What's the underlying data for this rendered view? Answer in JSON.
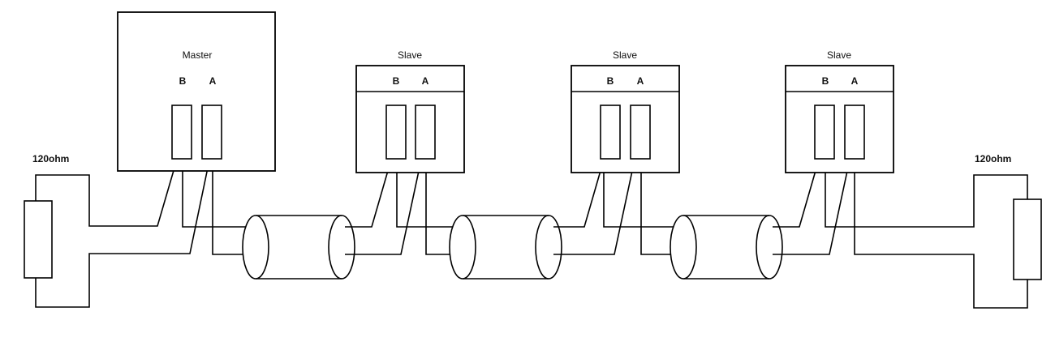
{
  "master": {
    "label": "Master",
    "pin_b": "B",
    "pin_a": "A"
  },
  "slaves": [
    {
      "label": "Slave",
      "pin_b": "B",
      "pin_a": "A"
    },
    {
      "label": "Slave",
      "pin_b": "B",
      "pin_a": "A"
    },
    {
      "label": "Slave",
      "pin_b": "B",
      "pin_a": "A"
    }
  ],
  "terminators": [
    {
      "label": "120ohm"
    },
    {
      "label": "120ohm"
    }
  ]
}
